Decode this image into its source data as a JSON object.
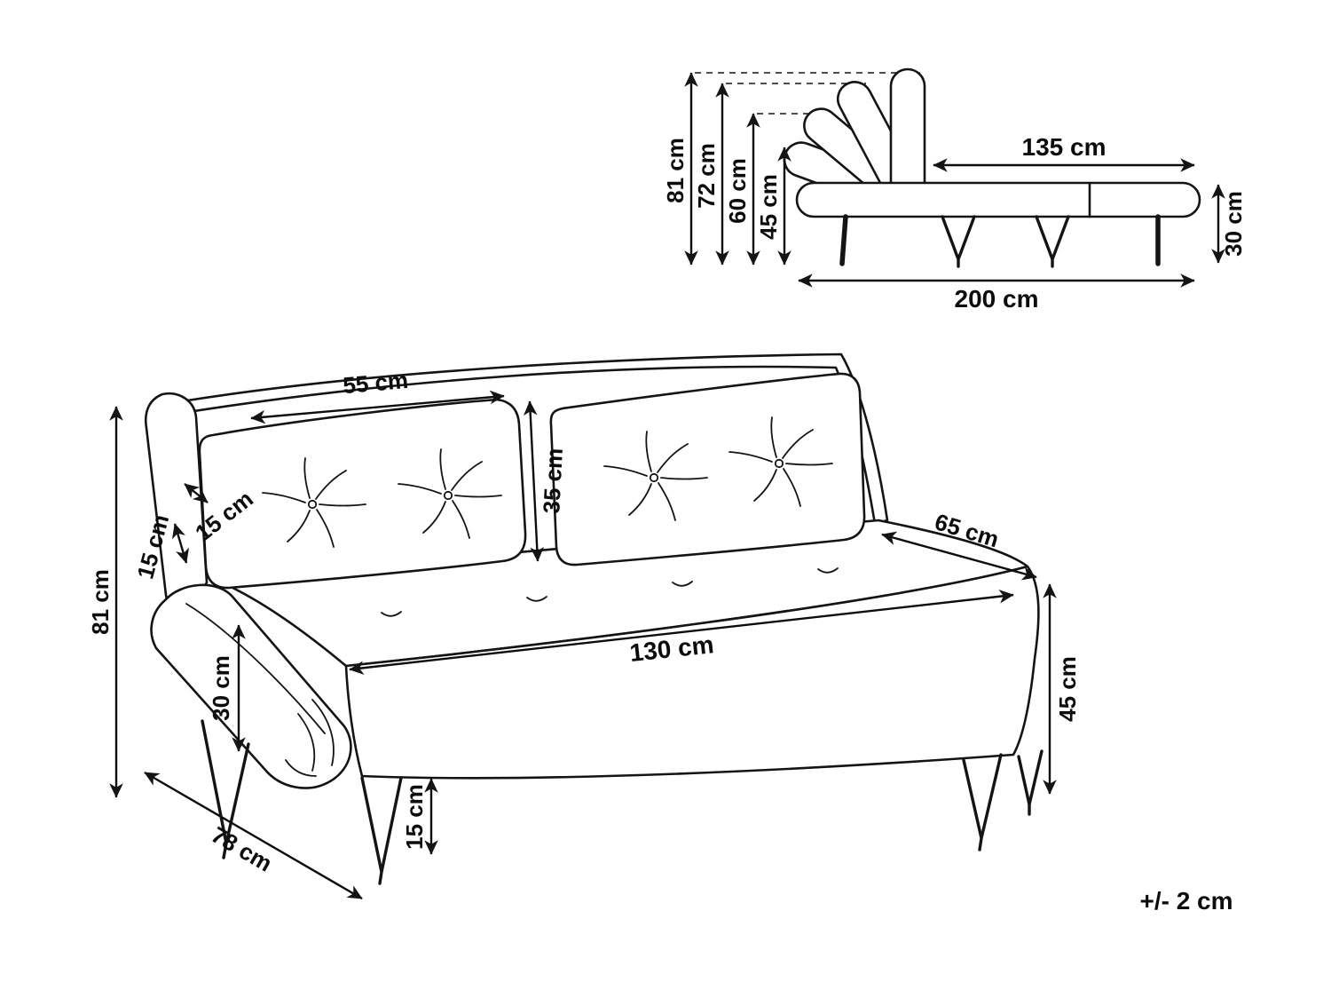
{
  "page": {
    "background": "#ffffff",
    "ink": "#141414",
    "tolerance_note": "+/- 2 cm"
  },
  "side_view": {
    "title": "side profile with reclining backrest positions",
    "dims": {
      "height_total": "81 cm",
      "height_pos2": "72 cm",
      "height_pos3": "60 cm",
      "height_pos4": "45 cm",
      "bed_length": "135 cm",
      "base_height": "30 cm",
      "total_length": "200 cm"
    }
  },
  "main_view": {
    "title": "three-quarter view of sofa",
    "dims": {
      "cushion_width": "55 cm",
      "cushion_height": "35 cm",
      "back_thickness_top": "15 cm",
      "back_thickness_bottom": "15 cm",
      "seat_depth_right": "65 cm",
      "seat_width": "130 cm",
      "overall_height": "81 cm",
      "armrest_roll_height": "30 cm",
      "seat_height": "45 cm",
      "leg_clearance": "15 cm",
      "overall_depth": "78 cm"
    }
  }
}
